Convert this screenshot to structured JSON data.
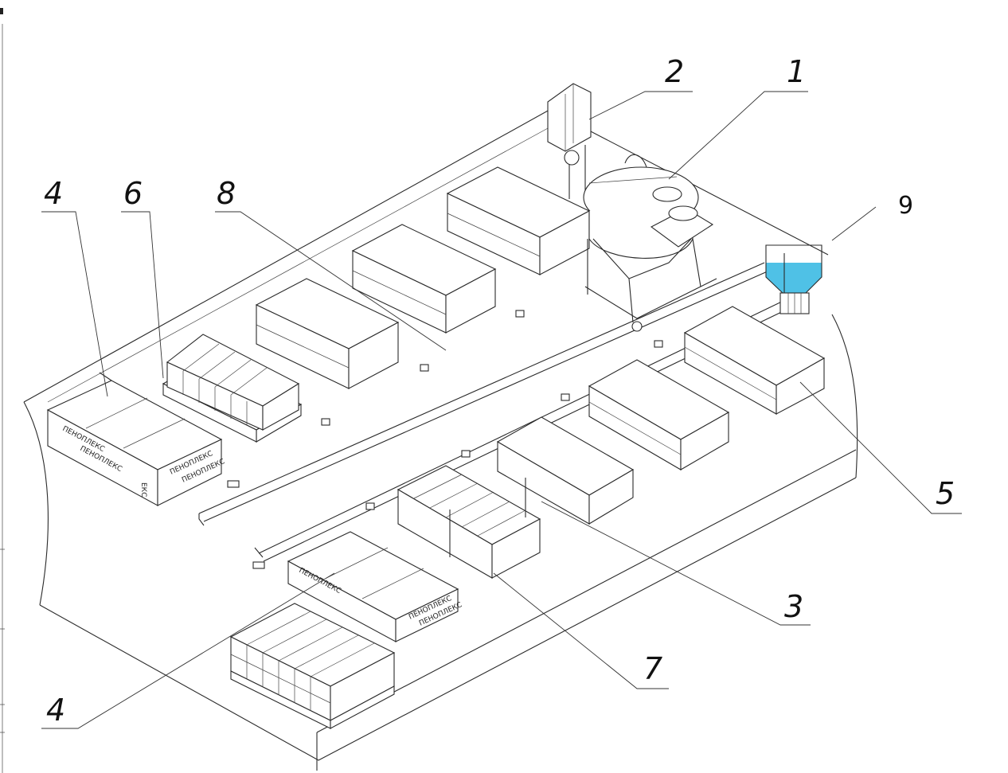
{
  "figure": {
    "labels": {
      "tank_a": "1",
      "control_box": "2",
      "slab_large": "3",
      "pallet_left": "4",
      "pallet_bottom": "4",
      "mold_right": "5",
      "blocks_row": "6",
      "cut_mold": "7",
      "rail": "8",
      "water_tank": "9"
    },
    "pallet_text": "ПЕНОПЛЕКС",
    "pallet_text_partial": "ЕКС",
    "colors": {
      "water": "#4fc1e6",
      "lines": "#2a2a2a",
      "background": "#ffffff"
    }
  }
}
